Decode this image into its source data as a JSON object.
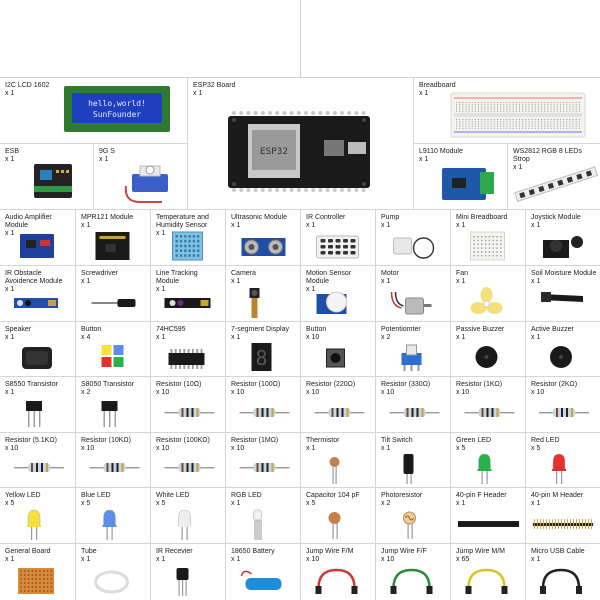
{
  "large_items": [
    {
      "name": "I2C LCD 1602",
      "qty": "x 1",
      "lcd_line1": "hello,world!",
      "lcd_line2": "SunFounder"
    },
    {
      "name": "ESP32 Board",
      "qty": "x 1",
      "chip_label": "ESP32"
    },
    {
      "name": "Breadboard",
      "qty": "x 1"
    },
    {
      "name": "ESB",
      "qty": "x 1"
    },
    {
      "name": "9G S",
      "qty": "x 1"
    },
    {
      "name": "L9110 Module",
      "qty": "x 1"
    },
    {
      "name": "WS2812 RGB 8 LEDs Strop",
      "qty": "x 1"
    }
  ],
  "grid_rows": [
    [
      {
        "name": "Audio Amplifier Module",
        "qty": "x 1",
        "icon": "amplifier-module-icon"
      },
      {
        "name": "MPR121 Module",
        "qty": "x 1",
        "icon": "touch-module-icon"
      },
      {
        "name": "Temperature and Humidity Sensor",
        "qty": "x 1",
        "icon": "dht-sensor-icon"
      },
      {
        "name": "Ultrasonic Module",
        "qty": "x 1",
        "icon": "ultrasonic-icon"
      },
      {
        "name": "IR Controller",
        "qty": "x 1",
        "icon": "remote-icon"
      },
      {
        "name": "Pump",
        "qty": "x 1",
        "icon": "pump-icon"
      },
      {
        "name": "Mini Breadboard",
        "qty": "x 1",
        "icon": "mini-breadboard-icon"
      },
      {
        "name": "Joystick Module",
        "qty": "x 1",
        "icon": "joystick-icon"
      }
    ],
    [
      {
        "name": "IR Obstacle Avoidence Module",
        "qty": "x 1",
        "icon": "ir-module-icon"
      },
      {
        "name": "Screwdriver",
        "qty": "x 1",
        "icon": "screwdriver-icon"
      },
      {
        "name": "Line Tracking Module",
        "qty": "x 1",
        "icon": "line-tracker-icon"
      },
      {
        "name": "Camera",
        "qty": "x 1",
        "icon": "camera-icon"
      },
      {
        "name": "Motion Sensor Module",
        "qty": "x 1",
        "icon": "pir-sensor-icon"
      },
      {
        "name": "Motor",
        "qty": "x 1",
        "icon": "motor-icon"
      },
      {
        "name": "Fan",
        "qty": "x 1",
        "icon": "fan-icon"
      },
      {
        "name": "Soil Moisture Module",
        "qty": "x 1",
        "icon": "soil-probe-icon"
      }
    ],
    [
      {
        "name": "Speaker",
        "qty": "x 1",
        "icon": "speaker-icon"
      },
      {
        "name": "Button",
        "qty": "x 4",
        "icon": "button-caps-icon"
      },
      {
        "name": "74HC595",
        "qty": "x 1",
        "icon": "ic-chip-icon"
      },
      {
        "name": "7-segment Display",
        "qty": "x 1",
        "icon": "seven-segment-icon"
      },
      {
        "name": "Button",
        "qty": "x 10",
        "icon": "tactile-button-icon"
      },
      {
        "name": "Potentiomter",
        "qty": "x 2",
        "icon": "potentiometer-icon"
      },
      {
        "name": "Passive Buzzer",
        "qty": "x 1",
        "icon": "buzzer-icon"
      },
      {
        "name": "Active Buzzer",
        "qty": "x 1",
        "icon": "buzzer-icon"
      }
    ],
    [
      {
        "name": "S8550 Transistor",
        "qty": "x 1",
        "icon": "transistor-icon"
      },
      {
        "name": "S8050 Transistor",
        "qty": "x 2",
        "icon": "transistor-icon"
      },
      {
        "name": "Resistor (10Ω)",
        "qty": "x 10",
        "icon": "resistor-icon"
      },
      {
        "name": "Resistor (100Ω)",
        "qty": "x 10",
        "icon": "resistor-icon"
      },
      {
        "name": "Resistor (220Ω)",
        "qty": "x 10",
        "icon": "resistor-icon"
      },
      {
        "name": "Resistor (330Ω)",
        "qty": "x 10",
        "icon": "resistor-icon"
      },
      {
        "name": "Resistor (1KΩ)",
        "qty": "x 10",
        "icon": "resistor-icon"
      },
      {
        "name": "Resistor (2KΩ)",
        "qty": "x 10",
        "icon": "resistor-icon"
      }
    ],
    [
      {
        "name": "Resistor (5.1KΩ)",
        "qty": "x 10",
        "icon": "resistor-icon"
      },
      {
        "name": "Resistor (10KΩ)",
        "qty": "x 10",
        "icon": "resistor-icon"
      },
      {
        "name": "Resistor (100KΩ)",
        "qty": "x 10",
        "icon": "resistor-icon"
      },
      {
        "name": "Resistor (1MΩ)",
        "qty": "x 10",
        "icon": "resistor-icon"
      },
      {
        "name": "Thermistor",
        "qty": "x 1",
        "icon": "thermistor-icon"
      },
      {
        "name": "Tilt Switch",
        "qty": "x 1",
        "icon": "tilt-switch-icon"
      },
      {
        "name": "Green LED",
        "qty": "x 5",
        "icon": "led-icon",
        "color": "#27b24a"
      },
      {
        "name": "Red LED",
        "qty": "x 5",
        "icon": "led-icon",
        "color": "#e53030"
      }
    ],
    [
      {
        "name": "Yellow LED",
        "qty": "x 5",
        "icon": "led-icon",
        "color": "#f2e23a"
      },
      {
        "name": "Blue LED",
        "qty": "x 5",
        "icon": "led-icon",
        "color": "#5a8ee8"
      },
      {
        "name": "White LED",
        "qty": "x 5",
        "icon": "led-icon",
        "color": "#eeeeee"
      },
      {
        "name": "RGB LED",
        "qty": "x 1",
        "icon": "rgb-led-icon"
      },
      {
        "name": "Capacitor 104 pF",
        "qty": "x 5",
        "icon": "capacitor-icon"
      },
      {
        "name": "Photoresistor",
        "qty": "x 2",
        "icon": "photoresistor-icon"
      },
      {
        "name": "40-pin F Header",
        "qty": "x 1",
        "icon": "header-female-icon"
      },
      {
        "name": "40-pin M Header",
        "qty": "x 1",
        "icon": "header-male-icon"
      }
    ],
    [
      {
        "name": "General Board",
        "qty": "x 1",
        "icon": "perfboard-icon"
      },
      {
        "name": "Tube",
        "qty": "x 1",
        "icon": "tube-icon"
      },
      {
        "name": "IR Recevier",
        "qty": "x 1",
        "icon": "ir-receiver-icon"
      },
      {
        "name": "18650 Battery",
        "qty": "x 1",
        "icon": "battery-icon"
      },
      {
        "name": "Jump Wire F/M",
        "qty": "x 10",
        "icon": "wire-red-icon",
        "color": "#d23a3a"
      },
      {
        "name": "Jump Wire F/F",
        "qty": "x 10",
        "icon": "wire-green-icon",
        "color": "#2e8b3a"
      },
      {
        "name": "Jump Wire M/M",
        "qty": "x 65",
        "icon": "wire-yellow-icon",
        "color": "#d8c52a"
      },
      {
        "name": "Micro USB Cable",
        "qty": "x 1",
        "icon": "usb-cable-icon",
        "color": "#222222"
      }
    ]
  ]
}
